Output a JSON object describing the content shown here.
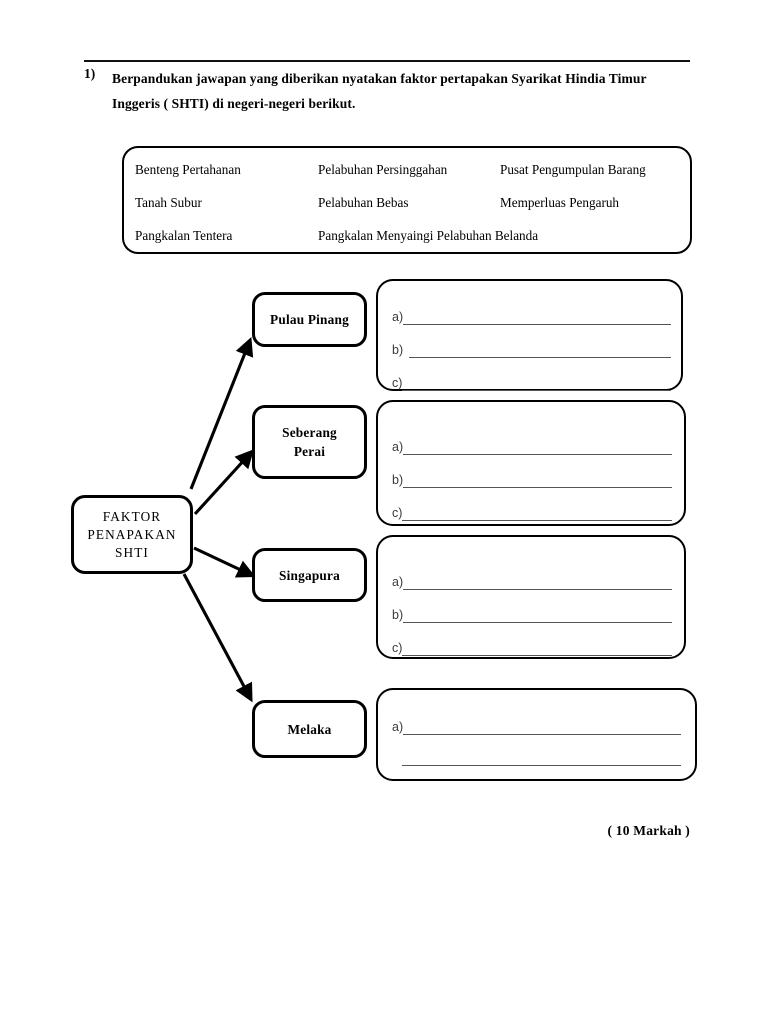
{
  "question": {
    "number": "1)",
    "text": "Berpandukan jawapan yang diberikan nyatakan faktor pertapakan Syarikat Hindia Timur Inggeris ( SHTI) di negeri-negeri berikut."
  },
  "word_bank": {
    "rows": [
      [
        "Benteng Pertahanan",
        "Pelabuhan Persinggahan",
        "Pusat Pengumpulan Barang"
      ],
      [
        "Tanah Subur",
        "Pelabuhan Bebas",
        "Memperluas Pengaruh"
      ],
      [
        "Pangkalan Tentera",
        "Pangkalan Menyaingi Pelabuhan Belanda"
      ]
    ]
  },
  "centre_node": {
    "line1": "FAKTOR",
    "line2": "PENAPAKAN",
    "line3": "SHTI"
  },
  "branches": [
    {
      "state": "Pulau Pinang",
      "state_lines": [
        "Pulau Pinang"
      ],
      "answers": [
        {
          "tag": "a)"
        },
        {
          "tag": "b)"
        },
        {
          "tag": "c)"
        }
      ]
    },
    {
      "state": "Seberang Perai",
      "state_lines": [
        "Seberang",
        "Perai"
      ],
      "answers": [
        {
          "tag": "a)"
        },
        {
          "tag": "b)"
        },
        {
          "tag": "c)"
        }
      ]
    },
    {
      "state": "Singapura",
      "state_lines": [
        "Singapura"
      ],
      "answers": [
        {
          "tag": "a)"
        },
        {
          "tag": "b)"
        },
        {
          "tag": "c)"
        }
      ]
    },
    {
      "state": "Melaka",
      "state_lines": [
        "Melaka"
      ],
      "answers": [
        {
          "tag": "a)"
        },
        {
          "tag": ""
        }
      ]
    }
  ],
  "footer": {
    "marks": "( 10 Markah )"
  },
  "colors": {
    "ink": "#000000",
    "rule_line": "#555555",
    "tag_text": "#3b3b3b",
    "paper": "#ffffff"
  },
  "icons": {
    "arrow": "arrow-right-up"
  }
}
